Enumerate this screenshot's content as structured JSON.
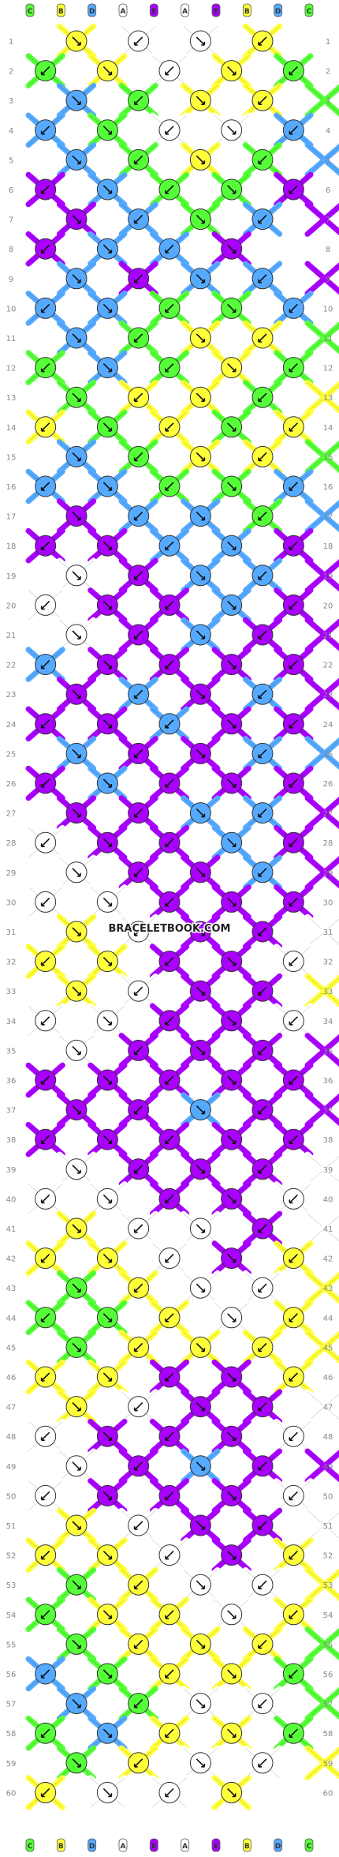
{
  "watermark": "BRACELETBOOK.COM",
  "colors": {
    "A": "#ffffff",
    "B": "#ffff3a",
    "C": "#55ff37",
    "D": "#55aaff",
    "E": "#aa00ff"
  },
  "strands": [
    "C",
    "B",
    "D",
    "A",
    "E",
    "A",
    "E",
    "B",
    "D",
    "C"
  ],
  "row_numbers": [
    "1",
    "2",
    "3",
    "4",
    "5",
    "6",
    "7",
    "8",
    "9",
    "10",
    "11",
    "12",
    "13",
    "14",
    "15",
    "16",
    "17",
    "18",
    "19",
    "20",
    "21",
    "22",
    "23",
    "24",
    "25",
    "26",
    "27",
    "28",
    "29",
    "30",
    "31",
    "32",
    "33",
    "34",
    "35",
    "36",
    "37",
    "38",
    "39",
    "40",
    "41",
    "42",
    "43",
    "44",
    "45",
    "46",
    "47",
    "48",
    "49",
    "50",
    "51",
    "52",
    "53",
    "54",
    "55",
    "56",
    "57",
    "58",
    "59",
    "60"
  ],
  "knot_colors": [
    "BAAB",
    "CBABC",
    "DCBBC",
    "DCAAD",
    "DCBCD",
    "EDCCE",
    "EDCDE",
    "EDDE",
    "DEDDE",
    "DDCCD",
    "DCBBC",
    "CDCBC",
    "CBBCB",
    "BCBCB",
    "DCBBC",
    "DDCCD",
    "EDDCD",
    "EEDDE",
    "AEDDE",
    "AEEDE",
    "AEDEE",
    "DEEEE",
    "EDEDE",
    "EEDEE",
    "DEEDD",
    "EDEEE",
    "EEDDE",
    "AEEDE",
    "AEEDE",
    "AAEEE",
    "BAEEA",
    "BBEEA",
    "BAEEB",
    "AAEEA",
    "AEEEE",
    "EEEEE",
    "EEDEE",
    "EEEEE",
    "AEEEA",
    "AAEEA",
    "BAAEA",
    "BBAEB",
    "CBAAB",
    "CCBAB",
    "CBBBB",
    "BBEEB",
    "BAEEA",
    "AEEEA",
    "AEDEE",
    "AEEEA",
    "BAEEA",
    "BBAEB",
    "CBAAB",
    "CBBAB",
    "CBBBC",
    "DCBBC",
    "DCAAC",
    "CDBBC",
    "CBAAB",
    "BAAB"
  ]
}
